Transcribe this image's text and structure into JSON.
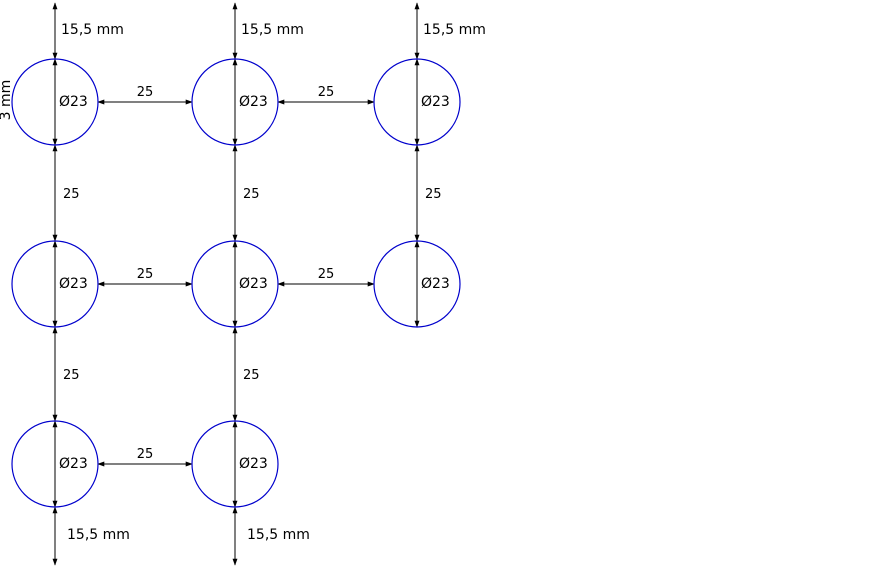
{
  "diagram": {
    "hole_diameter_label": "Ø23",
    "spacing_label": "25",
    "margin_label": "15,5 mm",
    "edge_label": "3 mm",
    "circle_color": "#0000cc",
    "dimension_color": "#000000",
    "holes": [
      {
        "row": 1,
        "col": 1,
        "label": "Ø23"
      },
      {
        "row": 1,
        "col": 2,
        "label": "Ø23"
      },
      {
        "row": 1,
        "col": 3,
        "label": "Ø23"
      },
      {
        "row": 2,
        "col": 1,
        "label": "Ø23"
      },
      {
        "row": 2,
        "col": 2,
        "label": "Ø23"
      },
      {
        "row": 2,
        "col": 3,
        "label": "Ø23"
      },
      {
        "row": 3,
        "col": 1,
        "label": "Ø23"
      },
      {
        "row": 3,
        "col": 2,
        "label": "Ø23"
      }
    ],
    "horizontal_spacings": [
      {
        "row": 1,
        "from_col": 1,
        "to_col": 2,
        "label": "25"
      },
      {
        "row": 1,
        "from_col": 2,
        "to_col": 3,
        "label": "25"
      },
      {
        "row": 2,
        "from_col": 1,
        "to_col": 2,
        "label": "25"
      },
      {
        "row": 2,
        "from_col": 2,
        "to_col": 3,
        "label": "25"
      },
      {
        "row": 3,
        "from_col": 1,
        "to_col": 2,
        "label": "25"
      }
    ],
    "vertical_spacings": [
      {
        "col": 1,
        "from_row": 1,
        "to_row": 2,
        "label": "25"
      },
      {
        "col": 2,
        "from_row": 1,
        "to_row": 2,
        "label": "25"
      },
      {
        "col": 3,
        "from_row": 1,
        "to_row": 2,
        "label": "25"
      },
      {
        "col": 1,
        "from_row": 2,
        "to_row": 3,
        "label": "25"
      },
      {
        "col": 2,
        "from_row": 2,
        "to_row": 3,
        "label": "25"
      }
    ],
    "top_margins": [
      {
        "col": 1,
        "label": "15,5 mm"
      },
      {
        "col": 2,
        "label": "15,5 mm"
      },
      {
        "col": 3,
        "label": "15,5 mm"
      }
    ],
    "bottom_margins": [
      {
        "col": 1,
        "label": "15,5 mm"
      },
      {
        "col": 2,
        "label": "15,5 mm"
      }
    ]
  }
}
